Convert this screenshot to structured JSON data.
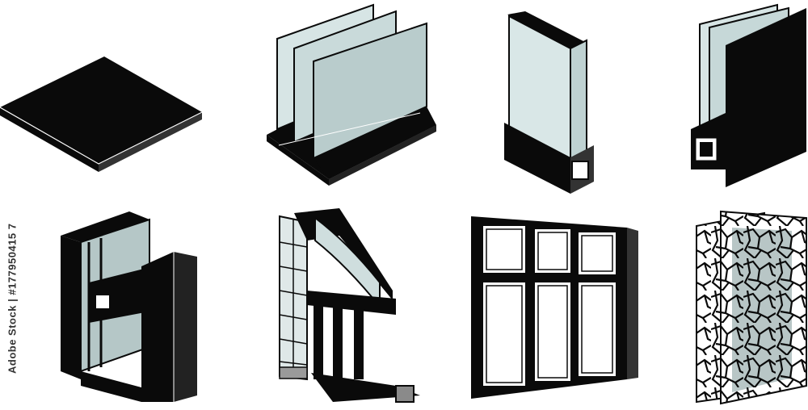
{
  "stock_id": "Adobe Stock | #177950415 7",
  "watermark": "adobe stock",
  "colors": {
    "black": "#0a0a0a",
    "glass": "#cfdede",
    "glass_dark": "#9fb3b3",
    "white": "#ffffff",
    "gray": "#6e6e6e"
  },
  "items": [
    {
      "name": "panel-black-plate"
    },
    {
      "name": "triple-glass-in-base"
    },
    {
      "name": "double-glazed-unit"
    },
    {
      "name": "frame-with-panel"
    },
    {
      "name": "window-profile-section"
    },
    {
      "name": "wall-window-section"
    },
    {
      "name": "six-pane-window"
    },
    {
      "name": "cracked-glass-panel"
    }
  ]
}
